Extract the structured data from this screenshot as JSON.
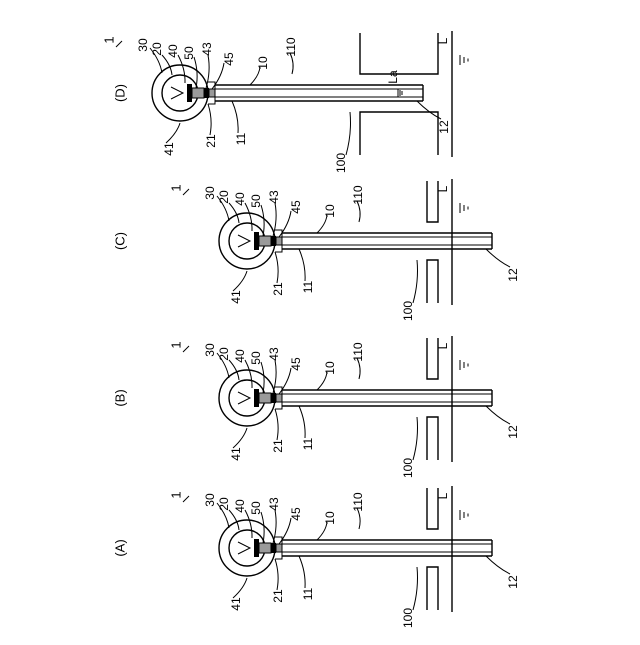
{
  "figure": {
    "panels": [
      {
        "id": "A",
        "label": "(A)",
        "water_line": false,
        "labels": {
          "device": "1",
          "n30": "30",
          "n20": "20",
          "n40": "40",
          "n50": "50",
          "n43": "43",
          "n45": "45",
          "n10": "10",
          "n110": "110",
          "nL": "L",
          "n12": "12",
          "n41": "41",
          "n21": "21",
          "n11": "11",
          "n100": "100"
        }
      },
      {
        "id": "B",
        "label": "(B)",
        "water_line": false,
        "labels": {
          "device": "1",
          "n30": "30",
          "n20": "20",
          "n40": "40",
          "n50": "50",
          "n43": "43",
          "n45": "45",
          "n10": "10",
          "n110": "110",
          "nL": "L",
          "n12": "12",
          "n41": "41",
          "n21": "21",
          "n11": "11",
          "n100": "100"
        }
      },
      {
        "id": "C",
        "label": "(C)",
        "water_line": false,
        "labels": {
          "device": "1",
          "n30": "30",
          "n20": "20",
          "n40": "40",
          "n50": "50",
          "n43": "43",
          "n45": "45",
          "n10": "10",
          "n110": "110",
          "nL": "L",
          "n12": "12",
          "n41": "41",
          "n21": "21",
          "n11": "11",
          "n100": "100"
        }
      },
      {
        "id": "D",
        "label": "(D)",
        "water_line": true,
        "labels": {
          "device": "1",
          "n30": "30",
          "n20": "20",
          "n40": "40",
          "n50": "50",
          "n43": "43",
          "n45": "45",
          "n10": "10",
          "n110": "110",
          "nL": "L",
          "nLa": "La",
          "n12": "12",
          "n41": "41",
          "n21": "21",
          "n11": "11",
          "n100": "100"
        }
      }
    ]
  }
}
